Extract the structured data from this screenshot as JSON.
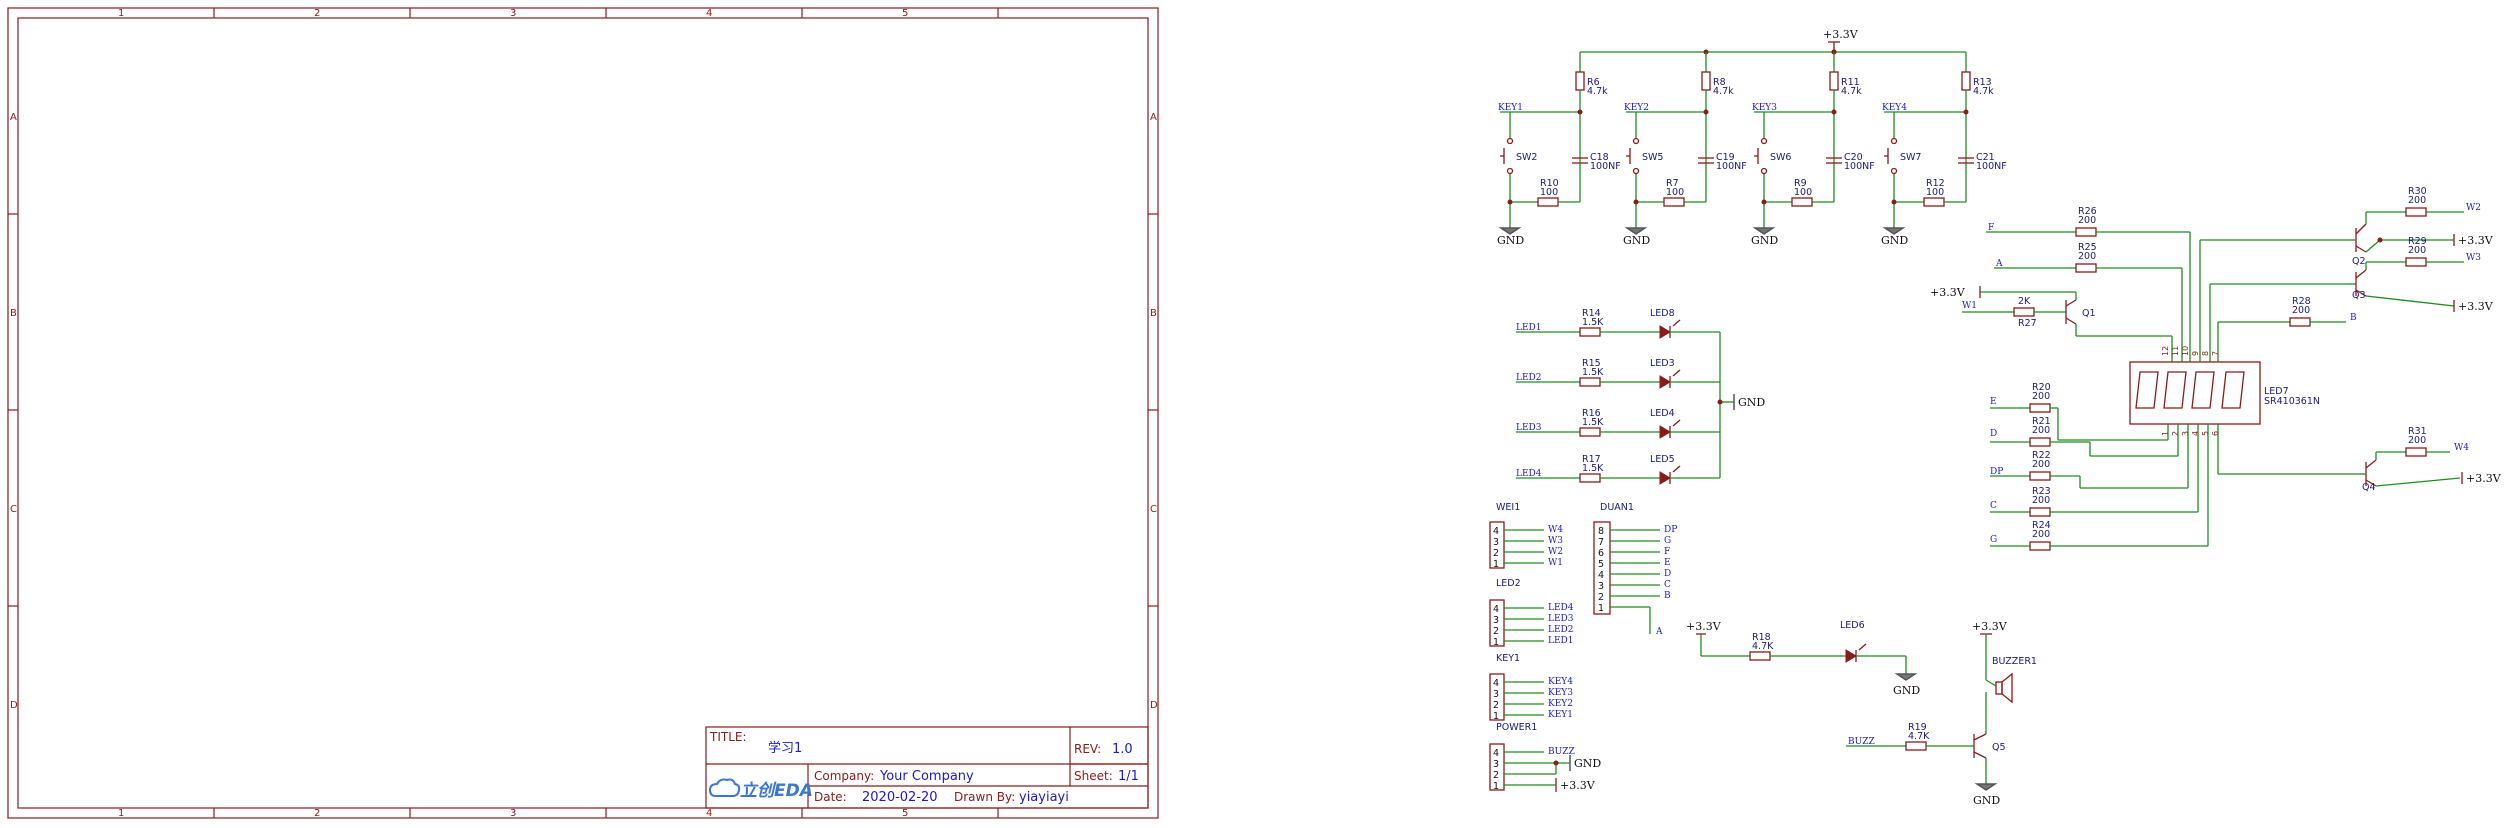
{
  "sheet": {
    "col_labels": [
      "1",
      "2",
      "3",
      "4",
      "5"
    ],
    "row_labels": [
      "A",
      "B",
      "C",
      "D"
    ]
  },
  "title_block": {
    "title_label": "TITLE:",
    "title": "学习1",
    "rev_label": "REV:",
    "rev": "1.0",
    "company_label": "Company:",
    "company": "Your Company",
    "sheet_label": "Sheet:",
    "sheet": "1/1",
    "date_label": "Date:",
    "date": "2020-02-20",
    "drawn_label": "Drawn By:",
    "drawn_by": "yiayiayi",
    "logo_text": "立创EDA"
  },
  "power": {
    "vcc": "+3.3V",
    "gnd": "GND"
  },
  "keys": [
    {
      "net": "KEY1",
      "sw": "SW2",
      "r_pull": "R6",
      "r_pull_val": "4.7k",
      "r_ser": "R10",
      "r_ser_val": "100",
      "cap": "C18",
      "cap_val": "100NF"
    },
    {
      "net": "KEY2",
      "sw": "SW5",
      "r_pull": "R8",
      "r_pull_val": "4.7k",
      "r_ser": "R7",
      "r_ser_val": "100",
      "cap": "C19",
      "cap_val": "100NF"
    },
    {
      "net": "KEY3",
      "sw": "SW6",
      "r_pull": "R11",
      "r_pull_val": "4.7k",
      "r_ser": "R9",
      "r_ser_val": "100",
      "cap": "C20",
      "cap_val": "100NF"
    },
    {
      "net": "KEY4",
      "sw": "SW7",
      "r_pull": "R13",
      "r_pull_val": "4.7k",
      "r_ser": "R12",
      "r_ser_val": "100",
      "cap": "C21",
      "cap_val": "100NF"
    }
  ],
  "leds": [
    {
      "net": "LED1",
      "r": "R14",
      "r_val": "1.5K",
      "led": "LED8"
    },
    {
      "net": "LED2",
      "r": "R15",
      "r_val": "1.5K",
      "led": "LED3"
    },
    {
      "net": "LED3",
      "r": "R16",
      "r_val": "1.5K",
      "led": "LED4"
    },
    {
      "net": "LED4",
      "r": "R17",
      "r_val": "1.5K",
      "led": "LED5"
    }
  ],
  "connectors": {
    "wei": {
      "ref": "WEI1",
      "pins": [
        "4",
        "3",
        "2",
        "1"
      ],
      "nets": [
        "W4",
        "W3",
        "W2",
        "W1"
      ]
    },
    "led2": {
      "ref": "LED2",
      "pins": [
        "4",
        "3",
        "2",
        "1"
      ],
      "nets": [
        "LED4",
        "LED3",
        "LED2",
        "LED1"
      ]
    },
    "key1": {
      "ref": "KEY1",
      "pins": [
        "4",
        "3",
        "2",
        "1"
      ],
      "nets": [
        "KEY4",
        "KEY3",
        "KEY2",
        "KEY1"
      ]
    },
    "power1": {
      "ref": "POWER1",
      "pins": [
        "4",
        "3",
        "2",
        "1"
      ],
      "nets": [
        "BUZZ",
        "GND",
        "",
        "+3.3V"
      ]
    },
    "duan": {
      "ref": "DUAN1",
      "pins": [
        "8",
        "7",
        "6",
        "5",
        "4",
        "3",
        "2",
        "1"
      ],
      "nets": [
        "DP",
        "G",
        "F",
        "E",
        "D",
        "C",
        "B",
        "A"
      ]
    }
  },
  "led6": {
    "r": "R18",
    "r_val": "4.7K",
    "led": "LED6"
  },
  "buzzer": {
    "ref": "BUZZER1",
    "r": "R19",
    "r_val": "4.7K",
    "q": "Q5",
    "net": "BUZZ"
  },
  "seg_display": {
    "ref": "LED7",
    "part": "SR410361N",
    "top_pins": [
      "12",
      "11",
      "10",
      "9",
      "8",
      "7"
    ],
    "bot_pins": [
      "1",
      "2",
      "3",
      "4",
      "5",
      "6"
    ]
  },
  "seg_resistors_left": [
    {
      "net": "F",
      "r": "R26",
      "val": "200"
    },
    {
      "net": "A",
      "r": "R25",
      "val": "200"
    },
    {
      "net": "E",
      "r": "R20",
      "val": "200"
    },
    {
      "net": "D",
      "r": "R21",
      "val": "200"
    },
    {
      "net": "DP",
      "r": "R22",
      "val": "200"
    },
    {
      "net": "C",
      "r": "R23",
      "val": "200"
    },
    {
      "net": "G",
      "r": "R24",
      "val": "200"
    }
  ],
  "digit_drivers": [
    {
      "q": "Q1",
      "r": "R27",
      "r_val": "2K",
      "net": "W1"
    },
    {
      "q": "Q2",
      "r": "R30",
      "r_val": "200",
      "net": "W2"
    },
    {
      "q": "Q3",
      "r": "R29",
      "r_val": "200",
      "net": "W3"
    },
    {
      "q": "Q4",
      "r": "R31",
      "r_val": "200",
      "net": "W4"
    }
  ],
  "r28": {
    "r": "R28",
    "val": "200",
    "net": "B"
  }
}
